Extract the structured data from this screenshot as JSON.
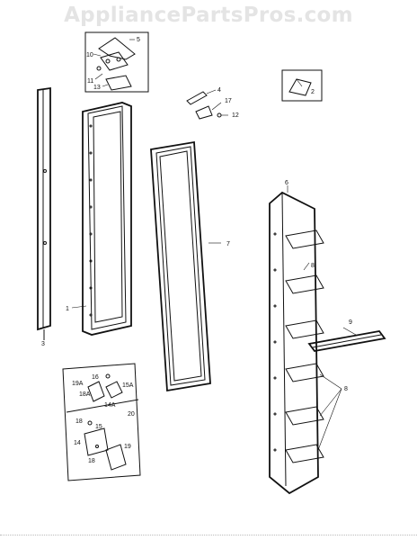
{
  "watermark": "AppliancePartsPros.com",
  "callouts": {
    "c1": "1",
    "c2": "2",
    "c3": "3",
    "c4": "4",
    "c5": "5",
    "c6": "6",
    "c7": "7",
    "c8": "8",
    "c9": "9",
    "c10": "10",
    "c11": "11",
    "c12": "12",
    "c13": "13",
    "c14": "14",
    "c14a": "14A",
    "c15": "15",
    "c15a": "15A",
    "c16": "16",
    "c17": "17",
    "c18": "18",
    "c18a": "18A",
    "c19": "19",
    "c19a": "19A",
    "c20": "20"
  }
}
